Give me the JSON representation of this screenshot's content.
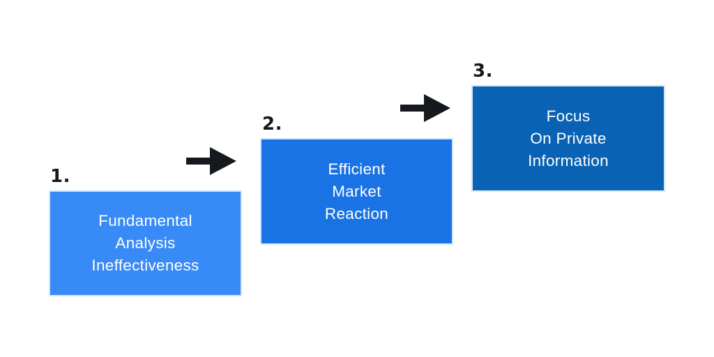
{
  "diagram": {
    "background": "#ffffff",
    "label_color": "#15181d",
    "arrow_color": "#15181d",
    "text_color": "#ffffff",
    "steps": [
      {
        "number": "1.",
        "lines": [
          "Fundamental",
          "Analysis",
          "Ineffectiveness"
        ],
        "color": "#388bf7"
      },
      {
        "number": "2.",
        "lines": [
          "Efficient",
          "Market",
          "Reaction"
        ],
        "color": "#1a73e4"
      },
      {
        "number": "3.",
        "lines": [
          "Focus",
          "On Private",
          "Information"
        ],
        "color": "#0a62b4"
      }
    ]
  }
}
